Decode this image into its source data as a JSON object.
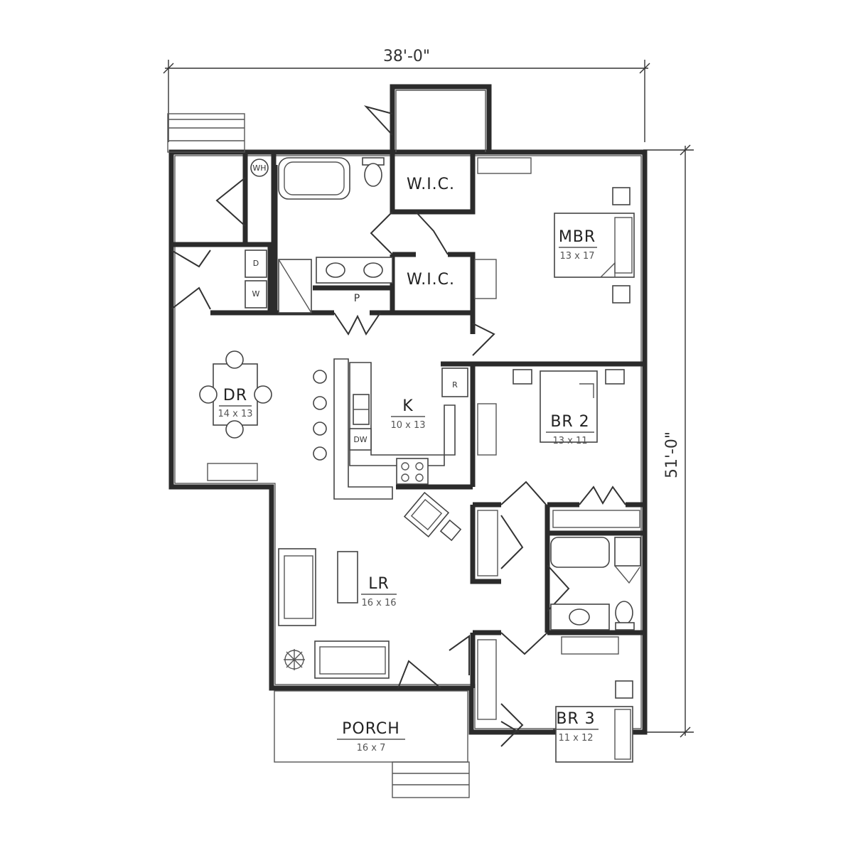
{
  "dimensions": {
    "width": "38'-0\"",
    "depth": "51'-0\""
  },
  "rooms": {
    "wic_top": {
      "name": "W.I.C."
    },
    "wic_mid": {
      "name": "W.I.C."
    },
    "mbr": {
      "name": "MBR",
      "size": "13 x 17"
    },
    "dr": {
      "name": "DR",
      "size": "14 x 13"
    },
    "kitchen": {
      "name": "K",
      "size": "10 x 13"
    },
    "br2": {
      "name": "BR 2",
      "size": "13 x 11"
    },
    "lr": {
      "name": "LR",
      "size": "16 x 16"
    },
    "porch": {
      "name": "PORCH",
      "size": "16 x 7"
    },
    "br3": {
      "name": "BR 3",
      "size": "11 x 12"
    }
  },
  "labels": {
    "water_heater": "WH",
    "pantry": "P",
    "refrigerator": "R",
    "dishwasher": "DW",
    "dryer": "D",
    "washer": "W"
  }
}
